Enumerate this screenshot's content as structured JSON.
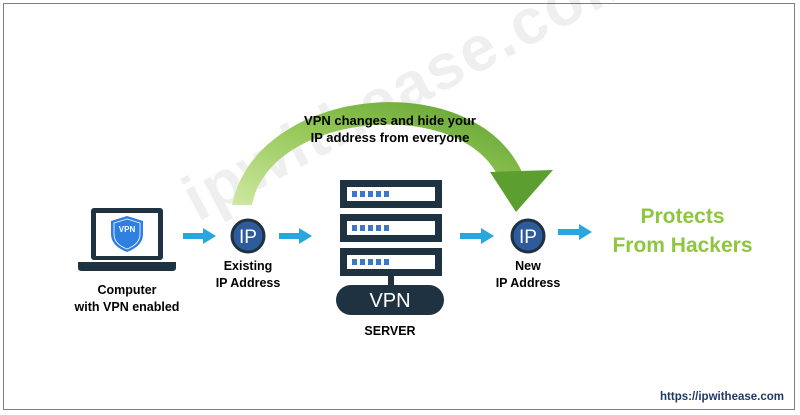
{
  "watermark": "ipwithease.com",
  "curve_caption": {
    "line1": "VPN changes and hide your",
    "line2": "IP address from everyone"
  },
  "computer": {
    "screen_badge": "VPN",
    "label_line1": "Computer",
    "label_line2": "with VPN enabled"
  },
  "existing_ip": {
    "badge": "IP",
    "label_line1": "Existing",
    "label_line2": "IP Address"
  },
  "server": {
    "badge": "VPN",
    "label": "SERVER"
  },
  "new_ip": {
    "badge": "IP",
    "label_line1": "New",
    "label_line2": "IP Address"
  },
  "outcome": {
    "line1": "Protects",
    "line2": "From Hackers"
  },
  "footer_url": "https://ipwithease.com",
  "colors": {
    "dark_navy": "#1f3242",
    "ip_blue": "#2e5b9c",
    "arrow_blue": "#27a6e0",
    "green_light": "#a9d46b",
    "green_dark": "#5c9e2f",
    "outcome_green": "#8ec63f",
    "url_navy": "#1f3864"
  },
  "icons": [
    "laptop-icon",
    "vpn-shield-icon",
    "server-icon",
    "ip-circle-icon",
    "right-arrow-icon",
    "curved-arrow-icon"
  ]
}
